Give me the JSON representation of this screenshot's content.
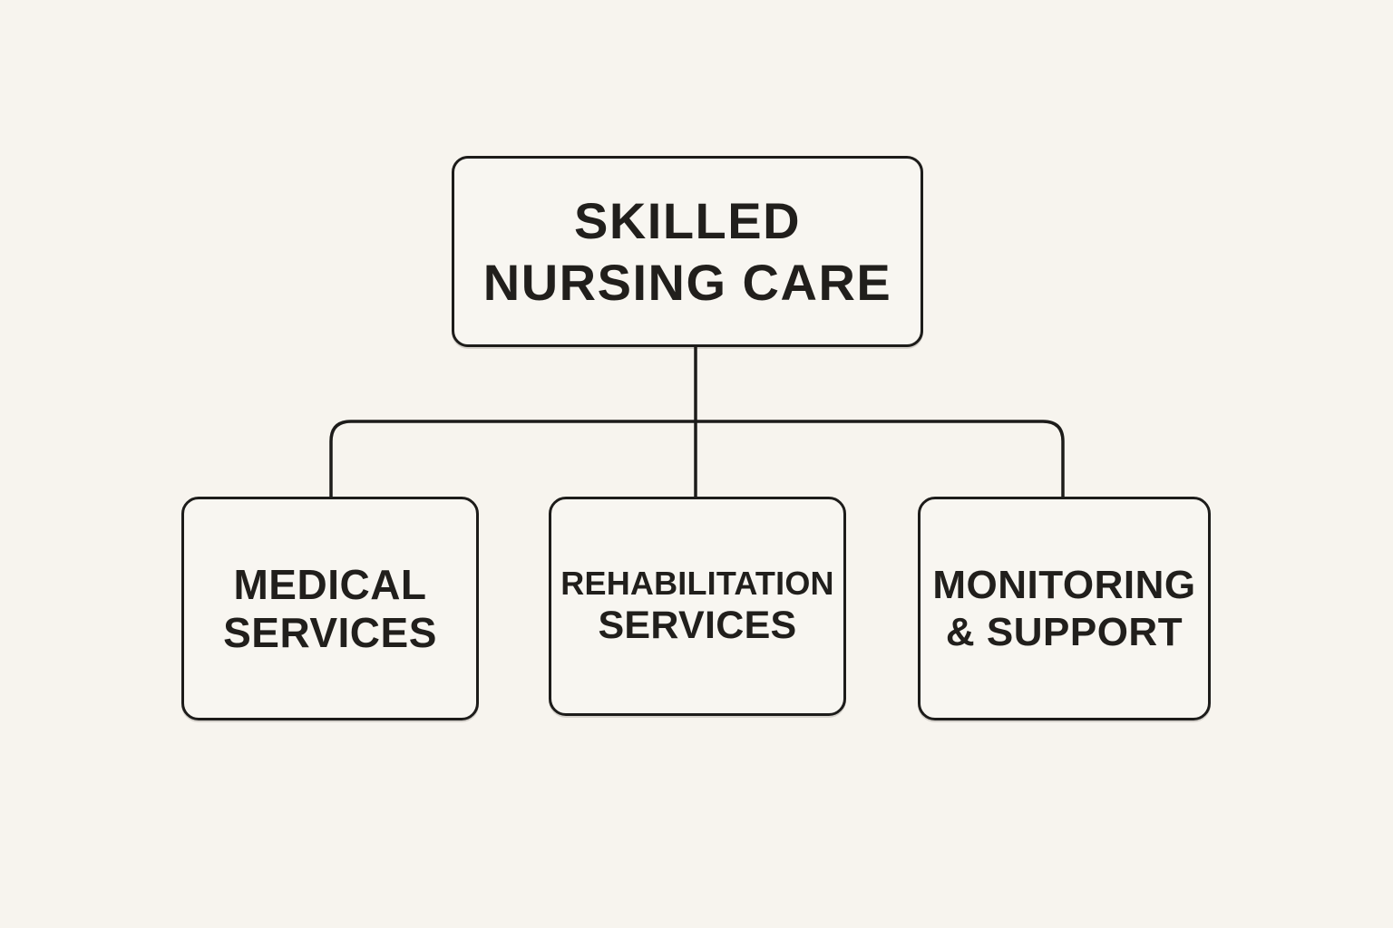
{
  "page": {
    "background_color": "#f7f4ee",
    "box_fill_color": "#f8f6f1",
    "stroke_color": "#1d1c1a",
    "text_color": "#211f1c"
  },
  "diagram": {
    "type": "org-chart",
    "root": {
      "label": "SKILLED NURSING CARE",
      "lines": [
        "SKILLED",
        "NURSING CARE"
      ]
    },
    "children": [
      {
        "label": "MEDICAL SERVICES",
        "lines": [
          "MEDICAL",
          "SERVICES"
        ]
      },
      {
        "label": "REHABILITATION SERVICES",
        "lines": [
          "REHABILITATION",
          "SERVICES"
        ]
      },
      {
        "label": "MONITORING & SUPPORT",
        "lines": [
          "MONITORING",
          "& SUPPORT"
        ]
      }
    ],
    "edges": [
      {
        "from": "SKILLED NURSING CARE",
        "to": "MEDICAL SERVICES"
      },
      {
        "from": "SKILLED NURSING CARE",
        "to": "REHABILITATION SERVICES"
      },
      {
        "from": "SKILLED NURSING CARE",
        "to": "MONITORING & SUPPORT"
      }
    ]
  }
}
